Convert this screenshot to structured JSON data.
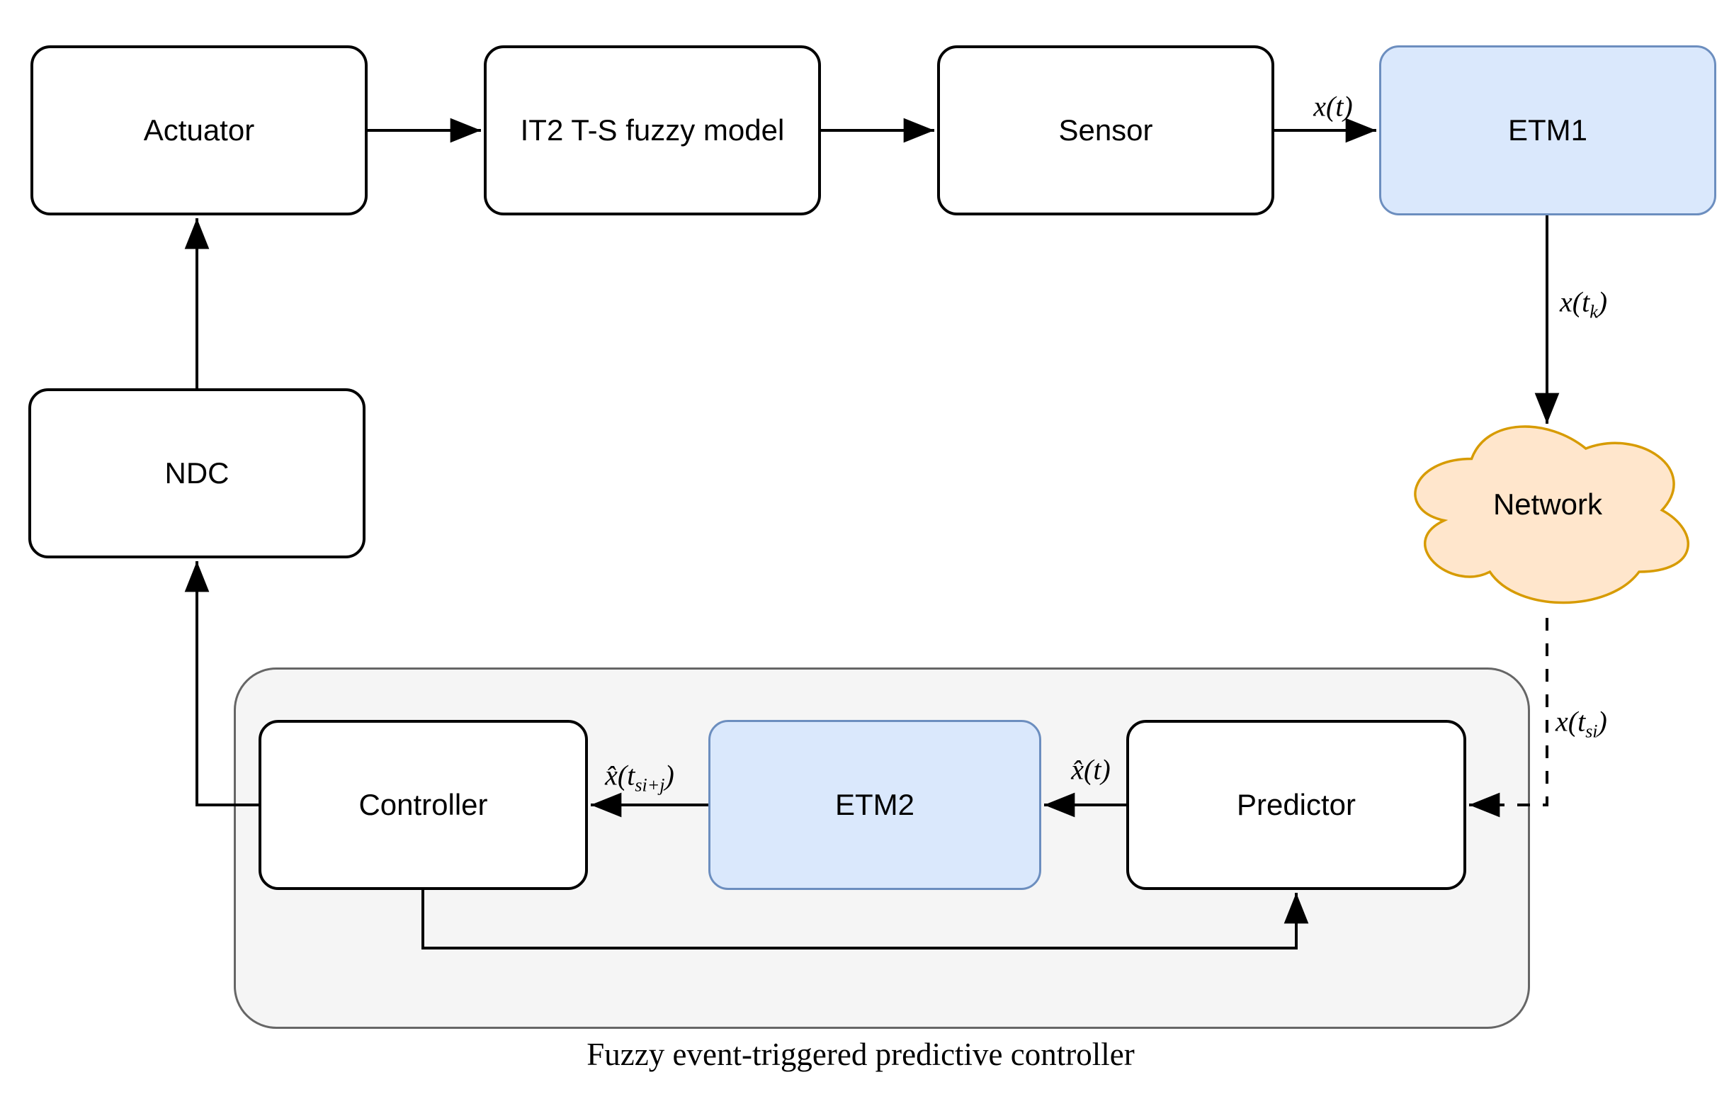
{
  "diagram": {
    "caption": "Fuzzy event-triggered predictive controller",
    "nodes": {
      "actuator": {
        "label": "Actuator"
      },
      "fuzzy_model": {
        "label": "IT2 T-S fuzzy model"
      },
      "sensor": {
        "label": "Sensor"
      },
      "etm1": {
        "label": "ETM1"
      },
      "network": {
        "label": "Network"
      },
      "ndc": {
        "label": "NDC"
      },
      "controller": {
        "label": "Controller"
      },
      "etm2": {
        "label": "ETM2"
      },
      "predictor": {
        "label": "Predictor"
      }
    },
    "labels": {
      "xt": {
        "pre": "x(t",
        "sub": "",
        "post": ")"
      },
      "xtk": {
        "pre": "x(t",
        "sub": "k",
        "post": ")"
      },
      "xtsi": {
        "pre": "x(t",
        "sub": "si",
        "post": ")"
      },
      "xhat_t": {
        "pre": "x̂(t",
        "sub": "",
        "post": ")"
      },
      "xhat_tsij": {
        "pre": "x̂(t",
        "sub": "si+j",
        "post": ")"
      }
    },
    "colors": {
      "node_fill": "#ffffff",
      "node_border": "#000000",
      "etm_fill": "#dae8fc",
      "etm_border": "#6c8ebf",
      "cloud_fill": "#ffe6cc",
      "cloud_border": "#d79b00",
      "group_fill": "#f5f5f5",
      "group_border": "#666666",
      "wire": "#000000"
    }
  }
}
